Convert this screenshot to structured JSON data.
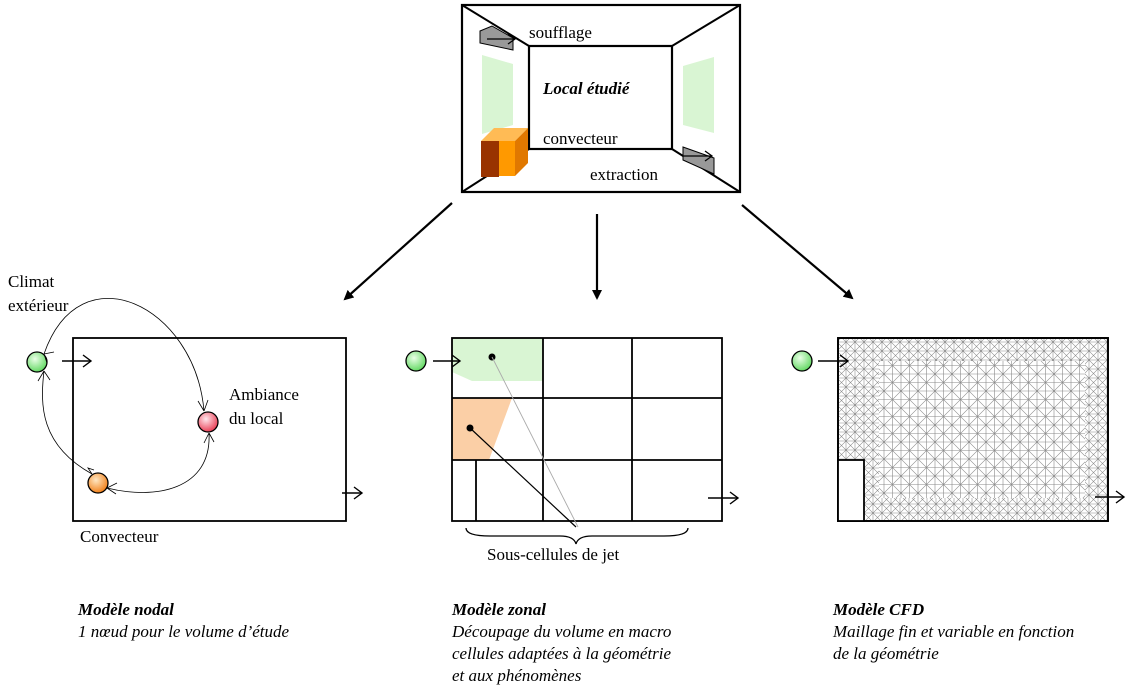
{
  "room": {
    "soufflage": "soufflage",
    "local": "Local étudié",
    "convecteur": "convecteur",
    "extraction": "extraction"
  },
  "nodal": {
    "climat_line1": "Climat",
    "climat_line2": "extérieur",
    "ambiance_line1": "Ambiance",
    "ambiance_line2": "du local",
    "convecteur": "Convecteur",
    "title": "Modèle nodal",
    "desc_line1": "1 nœud pour le volume d’étude"
  },
  "zonal": {
    "subcells": "Sous-cellules de jet",
    "title": "Modèle zonal",
    "desc_line1": "Découpage du volume en macro",
    "desc_line2": "cellules adaptées à la géométrie",
    "desc_line3": "et aux phénomènes"
  },
  "cfd": {
    "title": "Modèle CFD",
    "desc_line1": "Maillage fin et variable en fonction",
    "desc_line2": "de la géométrie"
  },
  "colors": {
    "green_zone": "#d9f5d3",
    "orange_zone": "#fbcfa6",
    "convector_orange": "#ff9900",
    "convector_dark": "#993300",
    "vent_grey": "#999999",
    "mesh": "#8a8a8a"
  }
}
